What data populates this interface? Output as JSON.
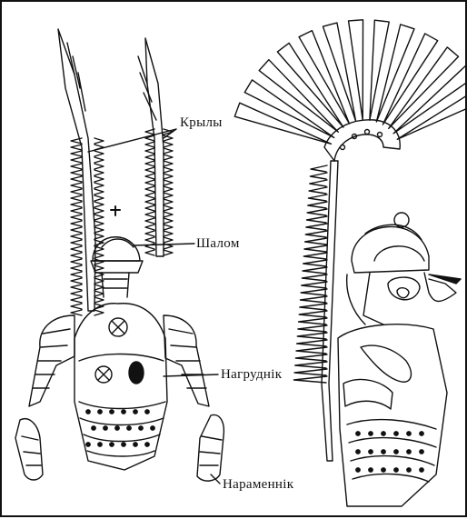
{
  "labels": {
    "wings": "Крылы",
    "helmet": "Шалом",
    "breastplate": "Нагруднік",
    "pauldron": "Нараменнік"
  },
  "colors": {
    "ink": "#111111",
    "paper": "#ffffff"
  }
}
